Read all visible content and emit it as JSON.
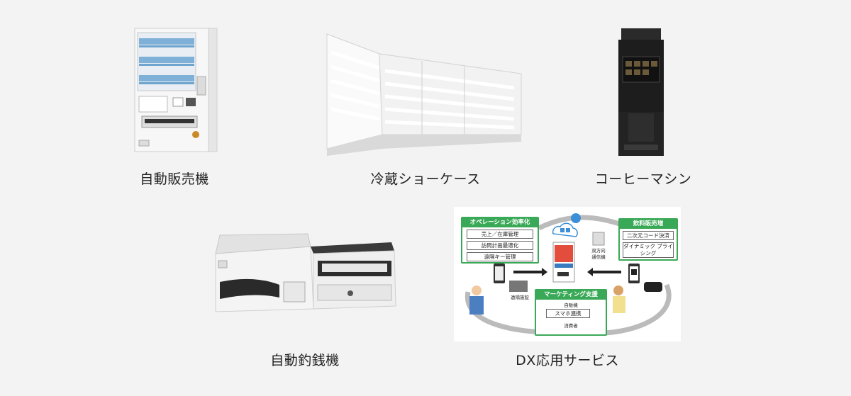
{
  "products": [
    {
      "id": "vending",
      "caption": "自動販売機",
      "image_icon": "vending-machine-photo"
    },
    {
      "id": "showcase",
      "caption": "冷蔵ショーケース",
      "image_icon": "refrigerated-showcase-photo"
    },
    {
      "id": "coffee",
      "caption": "コーヒーマシン",
      "image_icon": "coffee-machine-photo"
    },
    {
      "id": "changer",
      "caption": "自動釣銭機",
      "image_icon": "automatic-change-machine-photo"
    },
    {
      "id": "dx",
      "caption": "DX応用サービス",
      "image_icon": "dx-service-diagram"
    }
  ],
  "dx_diagram": {
    "operation": {
      "title": "オペレーション効率化",
      "items": [
        "売上／在庫管理",
        "訪問計画最適化",
        "遠隔キー管理"
      ]
    },
    "beverage": {
      "title": "飲料販売増",
      "items": [
        "二次元コード決済",
        "ダイナミック プライシング"
      ]
    },
    "marketing": {
      "title": "マーケティング支援",
      "top": "自販機",
      "middle": "スマホ連携",
      "bottom": "消費者"
    },
    "bidirectional": "双方向 通信機",
    "remote": "遠隔施錠"
  },
  "colors": {
    "background": "#f3f3f3",
    "dx_green": "#3aa957"
  }
}
